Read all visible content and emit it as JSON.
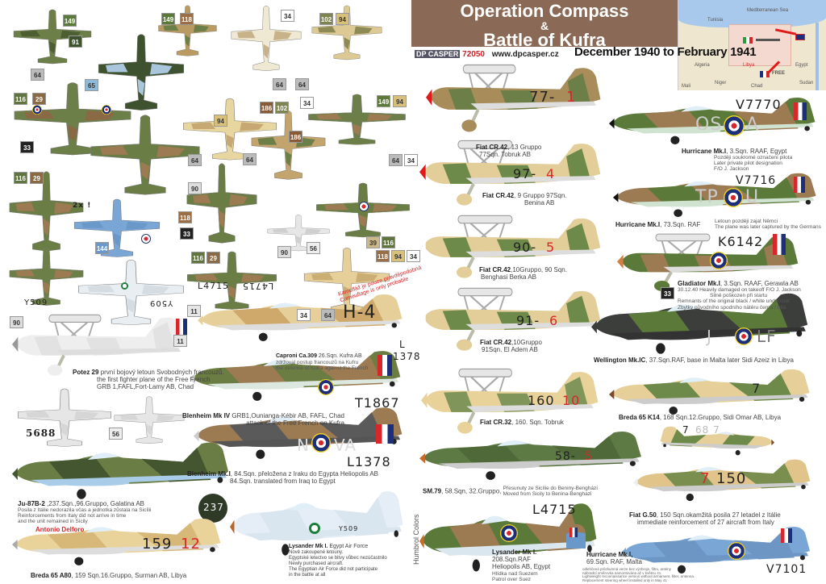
{
  "header": {
    "title_line1": "Operation Compass",
    "title_amp": "&",
    "title_line2": "Battle of Kufra",
    "brand": "DP CASPER",
    "product_code": "72050",
    "website": "www.dpcasper.cz",
    "dates": "December 1940 to February 1941"
  },
  "map": {
    "labels": {
      "sea": "Mediterranean Sea",
      "tunisia": "Tunisia",
      "algeria": "Algeria",
      "libya": "Libya",
      "egypt": "Egypt",
      "mali": "Mali",
      "niger": "Niger",
      "chad": "Chad",
      "sudan": "Sudan",
      "free": "FREE"
    }
  },
  "colors": {
    "title_bg": "#8a6a57",
    "raf_blue": "#1d2f7a",
    "raf_red": "#d8262a",
    "raf_yellow": "#f2d320",
    "egypt_green": "#1b7f3a",
    "sand": "#e6cf98",
    "green": "#5b7a3a",
    "brown": "#9c7a52"
  },
  "humbrol_label": "Humbrol Colors",
  "chips": [
    "149",
    "91",
    "65",
    "64",
    "116",
    "29",
    "33",
    "149",
    "118",
    "34",
    "102",
    "94",
    "64",
    "64",
    "94",
    "186",
    "102",
    "34",
    "149",
    "94",
    "186",
    "64",
    "64",
    "90",
    "64",
    "34",
    "116",
    "29",
    "118",
    "33",
    "144",
    "90",
    "39",
    "116",
    "11",
    "118",
    "94",
    "34",
    "34",
    "64",
    "11",
    "90",
    "56",
    "116",
    "29"
  ],
  "aircraft": {
    "cr42_77": {
      "markings": "77-",
      "num": "1",
      "name": "Fiat CR.42",
      "unit": ", 13 Gruppo",
      "line2": "77Sqn.  Tobruk  AB"
    },
    "hurr_v7770": {
      "code": "OS",
      "letter": "A",
      "serial": "V7770",
      "name": "Hurricane Mk.I",
      "unit": ", 3.Sqn. RAAF, Egypt",
      "note_cz": "Později soukromé označení pilota",
      "note_en": "Later private pilot designation",
      "pilot": "F/O  J. Jackson"
    },
    "cr42_97": {
      "markings": "97-",
      "num": "4",
      "name": "Fiat CR.42",
      "unit": ", 9 Gruppo  97Sqn.",
      "line2": "Benina AB"
    },
    "hurr_v7716": {
      "code": "TP",
      "letter": "U",
      "serial": "V7716",
      "name": "Hurricane Mk.I",
      "unit": ", 73.Sqn. RAF",
      "note_cz": "Letoun později zajat Němci",
      "note_en": "The plane was later captured by the Germans"
    },
    "cr42_90": {
      "markings": "90-",
      "num": "5",
      "name": "Fiat CR.42",
      "unit": ",10Gruppo, 90 Sqn.",
      "line2": "Benghasi Berka AB"
    },
    "gladiator": {
      "serial": "K6142",
      "name": "Gladiator Mk.I",
      "unit": ", 3.Sqn. RAAF, Gerawla AB",
      "note1": "30.12.40 Heavily damaged on takeoff   F/O  J. Jackson",
      "note2": "Silně poškozen při startu",
      "note3": "Remnants of the original black / white undercoat",
      "note4": "Zbytky původního spodního nátěru černá / bílá",
      "chip": "33"
    },
    "cr42_91": {
      "markings": "91-",
      "num": "6",
      "name": "Fiat CR.42",
      "unit": ",10Gruppo",
      "line2": "91Sqn. El Adem AB"
    },
    "wellington": {
      "letter": "J",
      "code": "LF",
      "name": "Wellington Mk.IC",
      "unit": ", 37.Sqn.RAF, base in Malta later Sidi Azeiz in Libya"
    },
    "cr32": {
      "markings": "160",
      "num": "10",
      "name": "Fiat CR.32",
      "unit": ", 160. Sqn. Tobruk"
    },
    "breda_k14": {
      "markings": "7",
      "small_markings": "7",
      "small_grey": "68 7",
      "name": "Breda 65 K14",
      "unit": ", 168 Sqn.12.Gruppo, Sidi Omar AB, Libya"
    },
    "sm79": {
      "markings": "58-",
      "num": "5",
      "name": "SM.79",
      "unit": ", 58.Sqn, 32.Gruppo,",
      "note_cz": "Přesunuty ze Sicílie do Beniny-Benghází",
      "note_en": "Moved from Sicily to Benina-Benghazi"
    },
    "g50": {
      "num": "7",
      "markings": "150",
      "name": "Fiat G.50",
      "unit": ", 150 Sqn.okamžitá posila 27 letadel z Itálie",
      "line2": "immediate reinforcement of 27 aircraft from Italy"
    },
    "lys_l4715": {
      "serial": "L4715",
      "name": "Lysander Mk I.",
      "line2": "208.Sqn.RAF",
      "line3": "Heliopolis AB, Egypt",
      "note_cz": "Hlídka nad Suezem",
      "note_en": "Patrol over Suez"
    },
    "hurr_v7101": {
      "serial": "V7101",
      "name": "Hurricane Mk.I,",
      "line2": "69.Sqn. RAF, Malta",
      "note1": "odlehčená průzkumná verze bez výzbroje, filtru, antény",
      "note2": "náhradní směrovka namontována až v květnu 41.",
      "note3": "Lightweight reconnaissance version without armament, filter, antenna.",
      "note4": "Replacement steering wheel installed only in May 41"
    },
    "caproni": {
      "markings": "H-4",
      "name": "Caproni Ca.309",
      "unit": "  26.Sqn. Kufra AB",
      "note_cz": "zdržoval postup francouzů na Kufru",
      "note_en": "the defense of Kufra against the French",
      "camo_cz": "Kamufláž je pouze pravděpodobná",
      "camo_en": "Camouflage is only probable"
    },
    "potez": {
      "name": "Potez 29",
      "line1": " první bojový letoun Svobodných francouzů.",
      "line2": "the first fighter plane of the Free French",
      "line3": "GRB 1,FAFL,Fort-Lamy AB, Chad",
      "chip": "56"
    },
    "blen4": {
      "serial": "T1867",
      "tail_l": "L",
      "tail_n": "1378",
      "name": "Blenheim Mk IV",
      "unit": " GRB1,Ounianga-Kébir AB, FAFL, Chad",
      "line2": "attack of the Free French on Kufra"
    },
    "blen1": {
      "code_n": "N",
      "code_va": "VA",
      "serial": "L1378",
      "name": "Blenheim Mk.I",
      "unit": ", 84.Sqn. přeložena z Iraku do Egypta  Heliopolis AB",
      "line2": "84.Sqn. translated from Iraq to Egypt"
    },
    "ju87": {
      "serial": "5688",
      "wheel": "237",
      "name": "Ju-87B-2",
      "unit": " ,237.Sqn.,96.Gruppo, Galatina AB",
      "note_cz": "Posila z Itálie nedorazila včas a jednotka zůstala na Sicílii",
      "note_en1": "Reinforcements from Italy did not arrive in time",
      "note_en2": "and the unit remained in Sicily",
      "pilot": "Antonio Delforo"
    },
    "breda_a80": {
      "markings": "159",
      "num": "12",
      "name": "Breda 65 A80",
      "unit": ", 159 Sqn.16.Gruppo, Surman AB, Libya"
    },
    "lys_egypt": {
      "serial": "Y509",
      "name": "Lysander Mk I.",
      "unit": "  Egypt Air Force",
      "l1": "Nově zakoupené letouny.",
      "l2": "Egyptské letectvo se bitvy vůbec nezúčastnilo",
      "l3": "Newly purchased aircraft.",
      "l4": "The Egyptian Air Force did not participate",
      "l5": "in the battle at all"
    },
    "underside": {
      "l4715_a": "L4715",
      "l4715_b": "L4715",
      "y509_a": "Y509",
      "y509_b": "Y509",
      "caution": "2x !"
    }
  }
}
